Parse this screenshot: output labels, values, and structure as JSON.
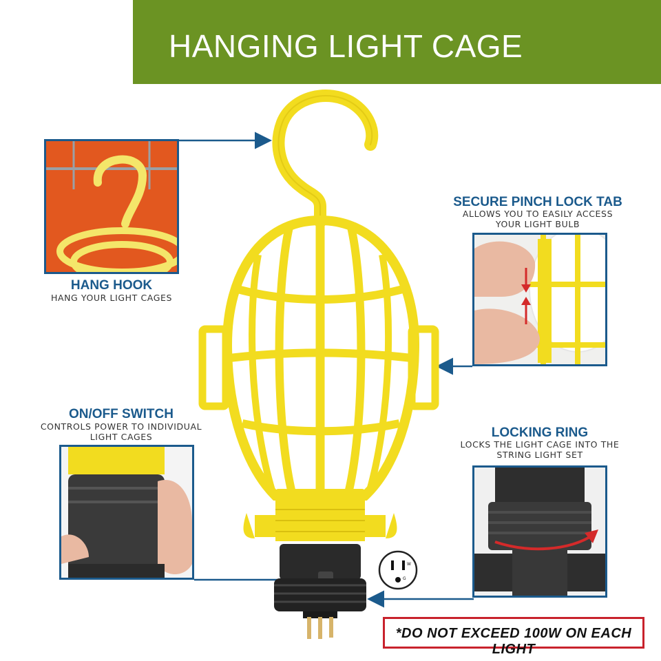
{
  "banner": {
    "title": "HANGING LIGHT CAGE"
  },
  "callouts": {
    "hang_hook": {
      "title": "HANG HOOK",
      "desc": "HANG YOUR LIGHT CAGES"
    },
    "pinch_lock": {
      "title": "SECURE PINCH LOCK TAB",
      "desc_line1": "ALLOWS YOU TO EASILY ACCESS",
      "desc_line2": "YOUR LIGHT BULB"
    },
    "switch": {
      "title": "ON/OFF SWITCH",
      "desc_line1": "CONTROLS POWER TO INDIVIDUAL",
      "desc_line2": "LIGHT CAGES"
    },
    "locking_ring": {
      "title": "LOCKING RING",
      "desc_line1": "LOCKS THE LIGHT CAGE INTO THE",
      "desc_line2": "STRING LIGHT SET"
    }
  },
  "outlet_icon": {
    "label_w": "W",
    "label_g": "G"
  },
  "warning": {
    "text": "*DO NOT EXCEED 100W ON EACH LIGHT"
  },
  "colors": {
    "banner": "#6b9323",
    "callout_title": "#1b5a8c",
    "frame": "#1b5a8c",
    "cage": "#f2dc1f",
    "warning_border": "#c8222c",
    "arrow_red": "#d42a2a"
  }
}
